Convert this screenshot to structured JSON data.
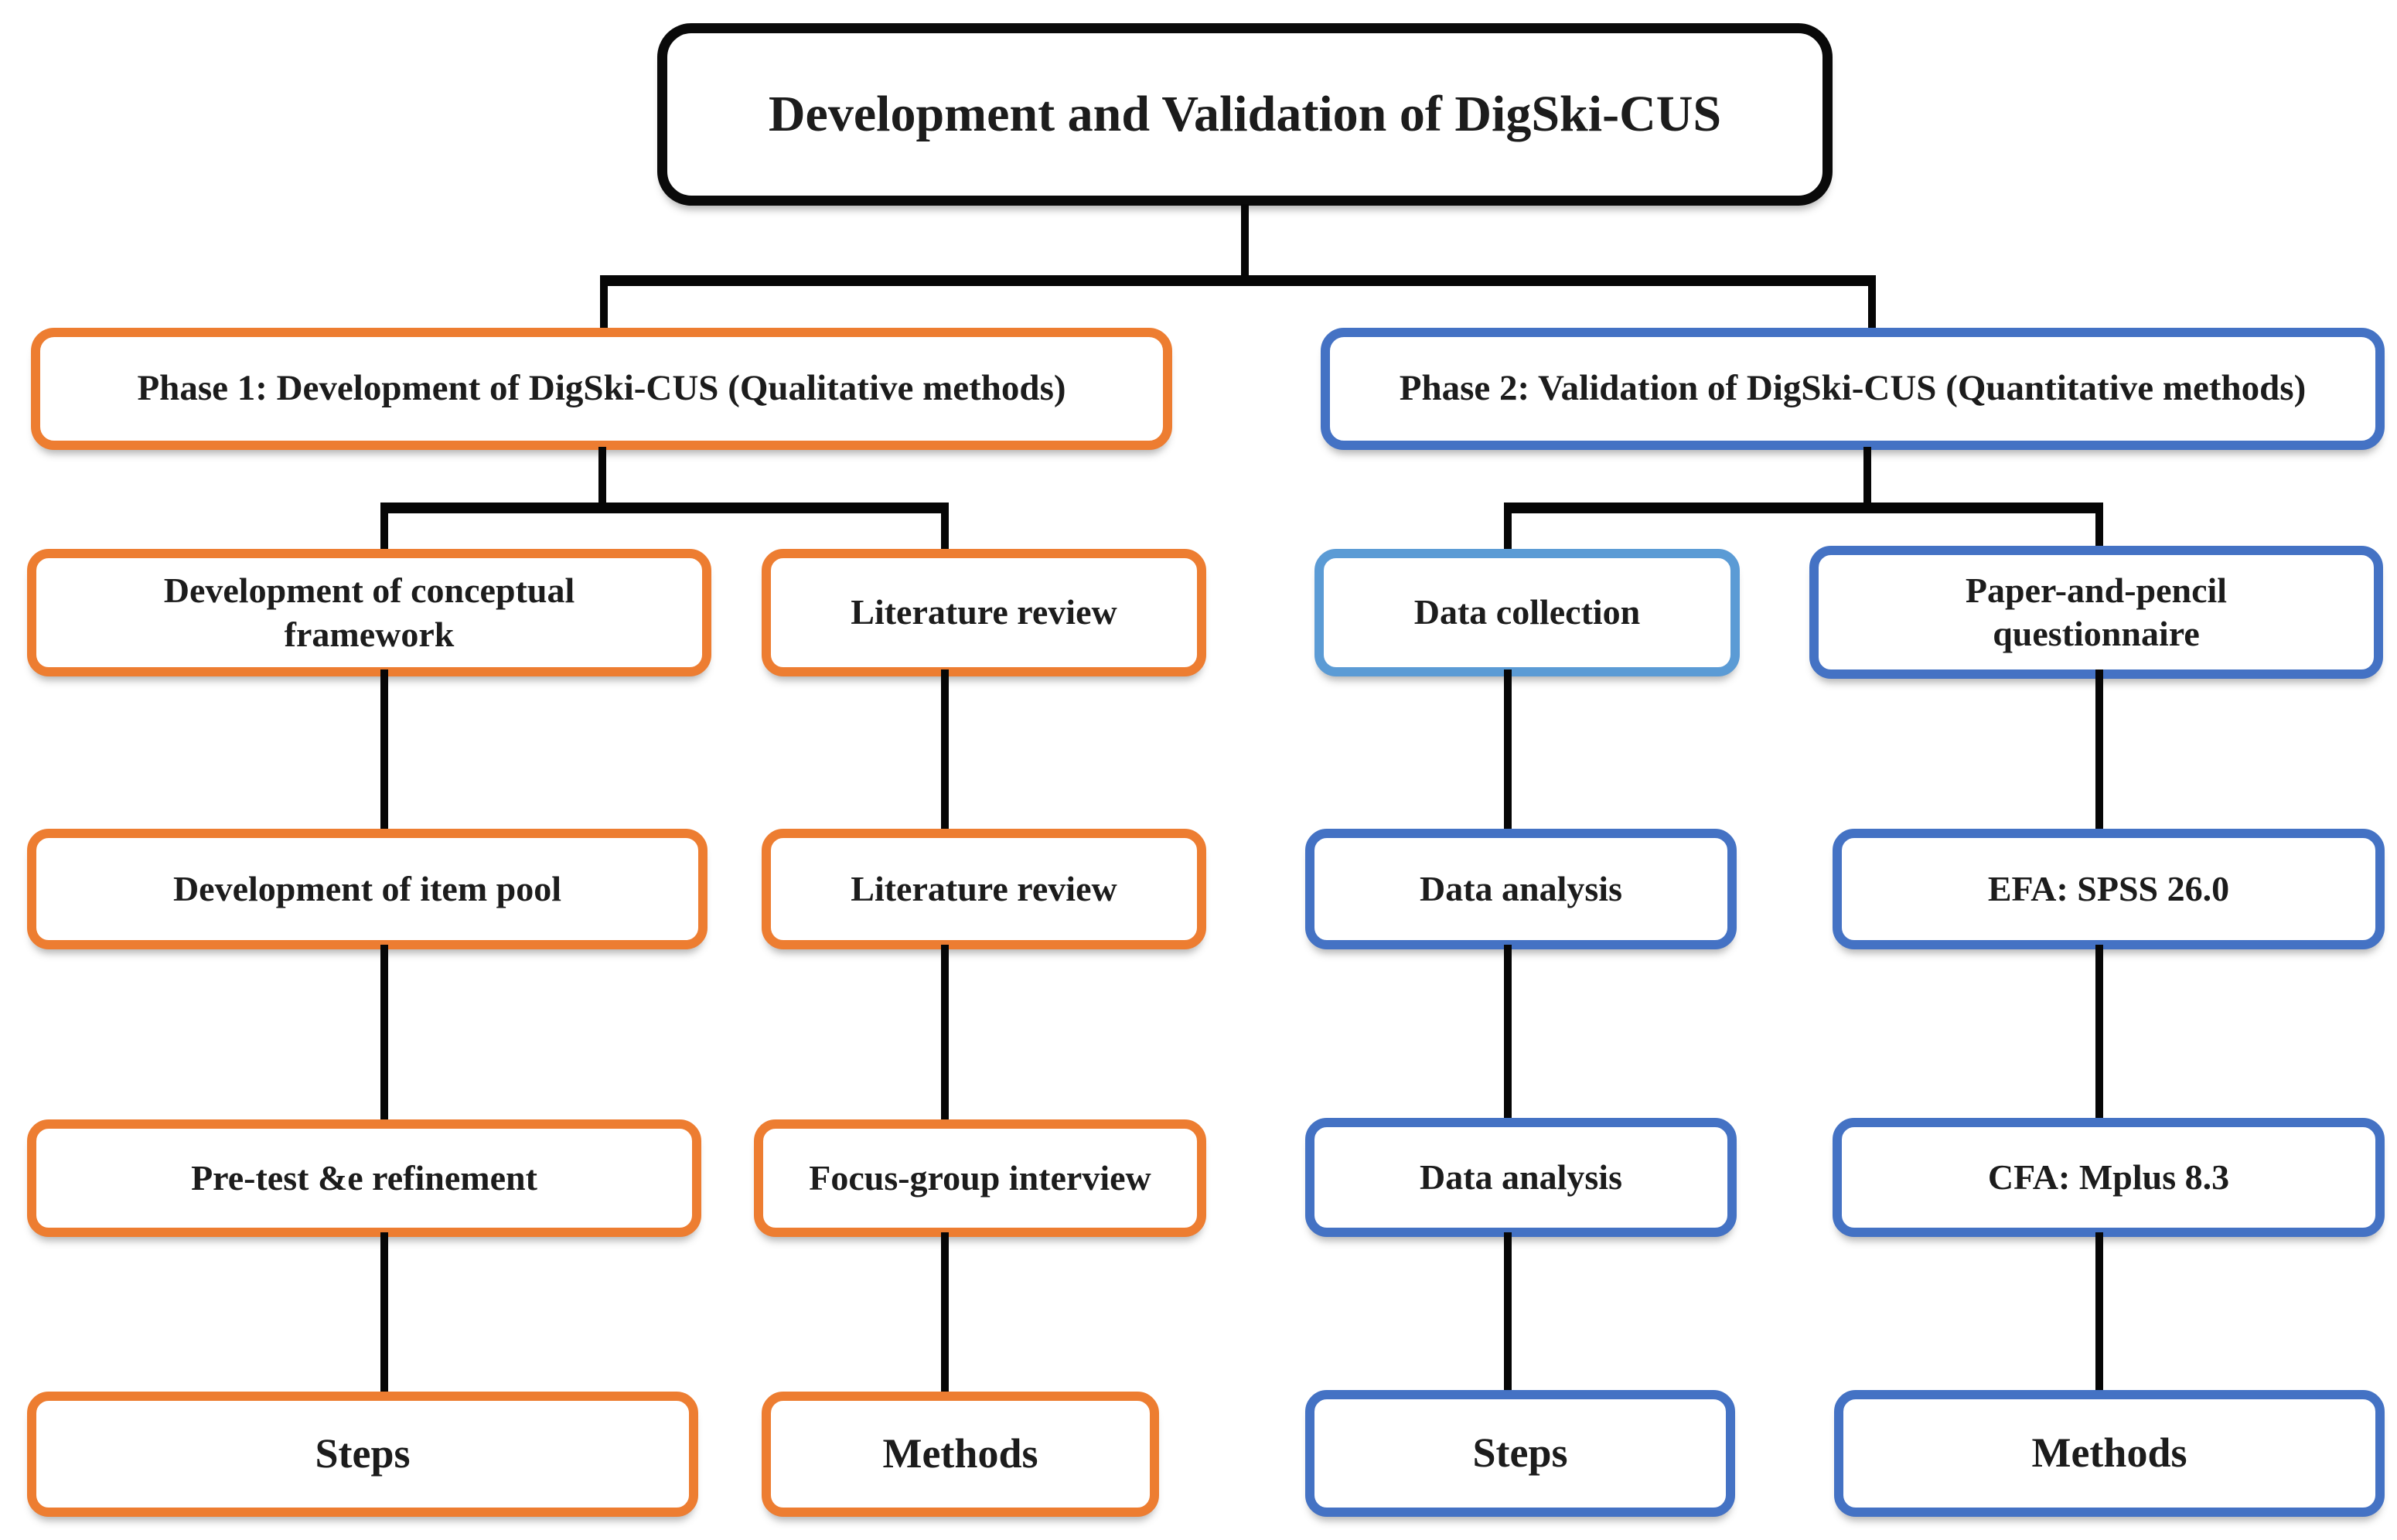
{
  "diagram": {
    "title": "Development and Validation of DigSki-CUS",
    "phases": [
      {
        "label": "Phase 1: Development of DigSki-CUS (Qualitative methods)",
        "accent_color": "#ED7D31",
        "steps_column": [
          "Development of conceptual framework",
          "Development of item pool",
          "Pre-test &e refinement"
        ],
        "steps_footer": "Steps",
        "methods_column": [
          "Literature review",
          "Literature review",
          "Focus-group interview"
        ],
        "methods_footer": "Methods"
      },
      {
        "label": "Phase 2: Validation of DigSki-CUS (Quantitative methods)",
        "accent_color": "#4472C4",
        "highlight_color": "#5B9BD5",
        "steps_column": [
          "Data collection",
          "Data analysis",
          "Data analysis"
        ],
        "steps_footer": "Steps",
        "methods_column": [
          "Paper-and-pencil questionnaire",
          "EFA: SPSS 26.0",
          "CFA: Mplus 8.3"
        ],
        "methods_footer": "Methods"
      }
    ],
    "colors": {
      "phase1_accent": "#ED7D31",
      "phase2_accent": "#4472C4",
      "data_collection_accent": "#5B9BD5",
      "outline": "#000000"
    }
  }
}
